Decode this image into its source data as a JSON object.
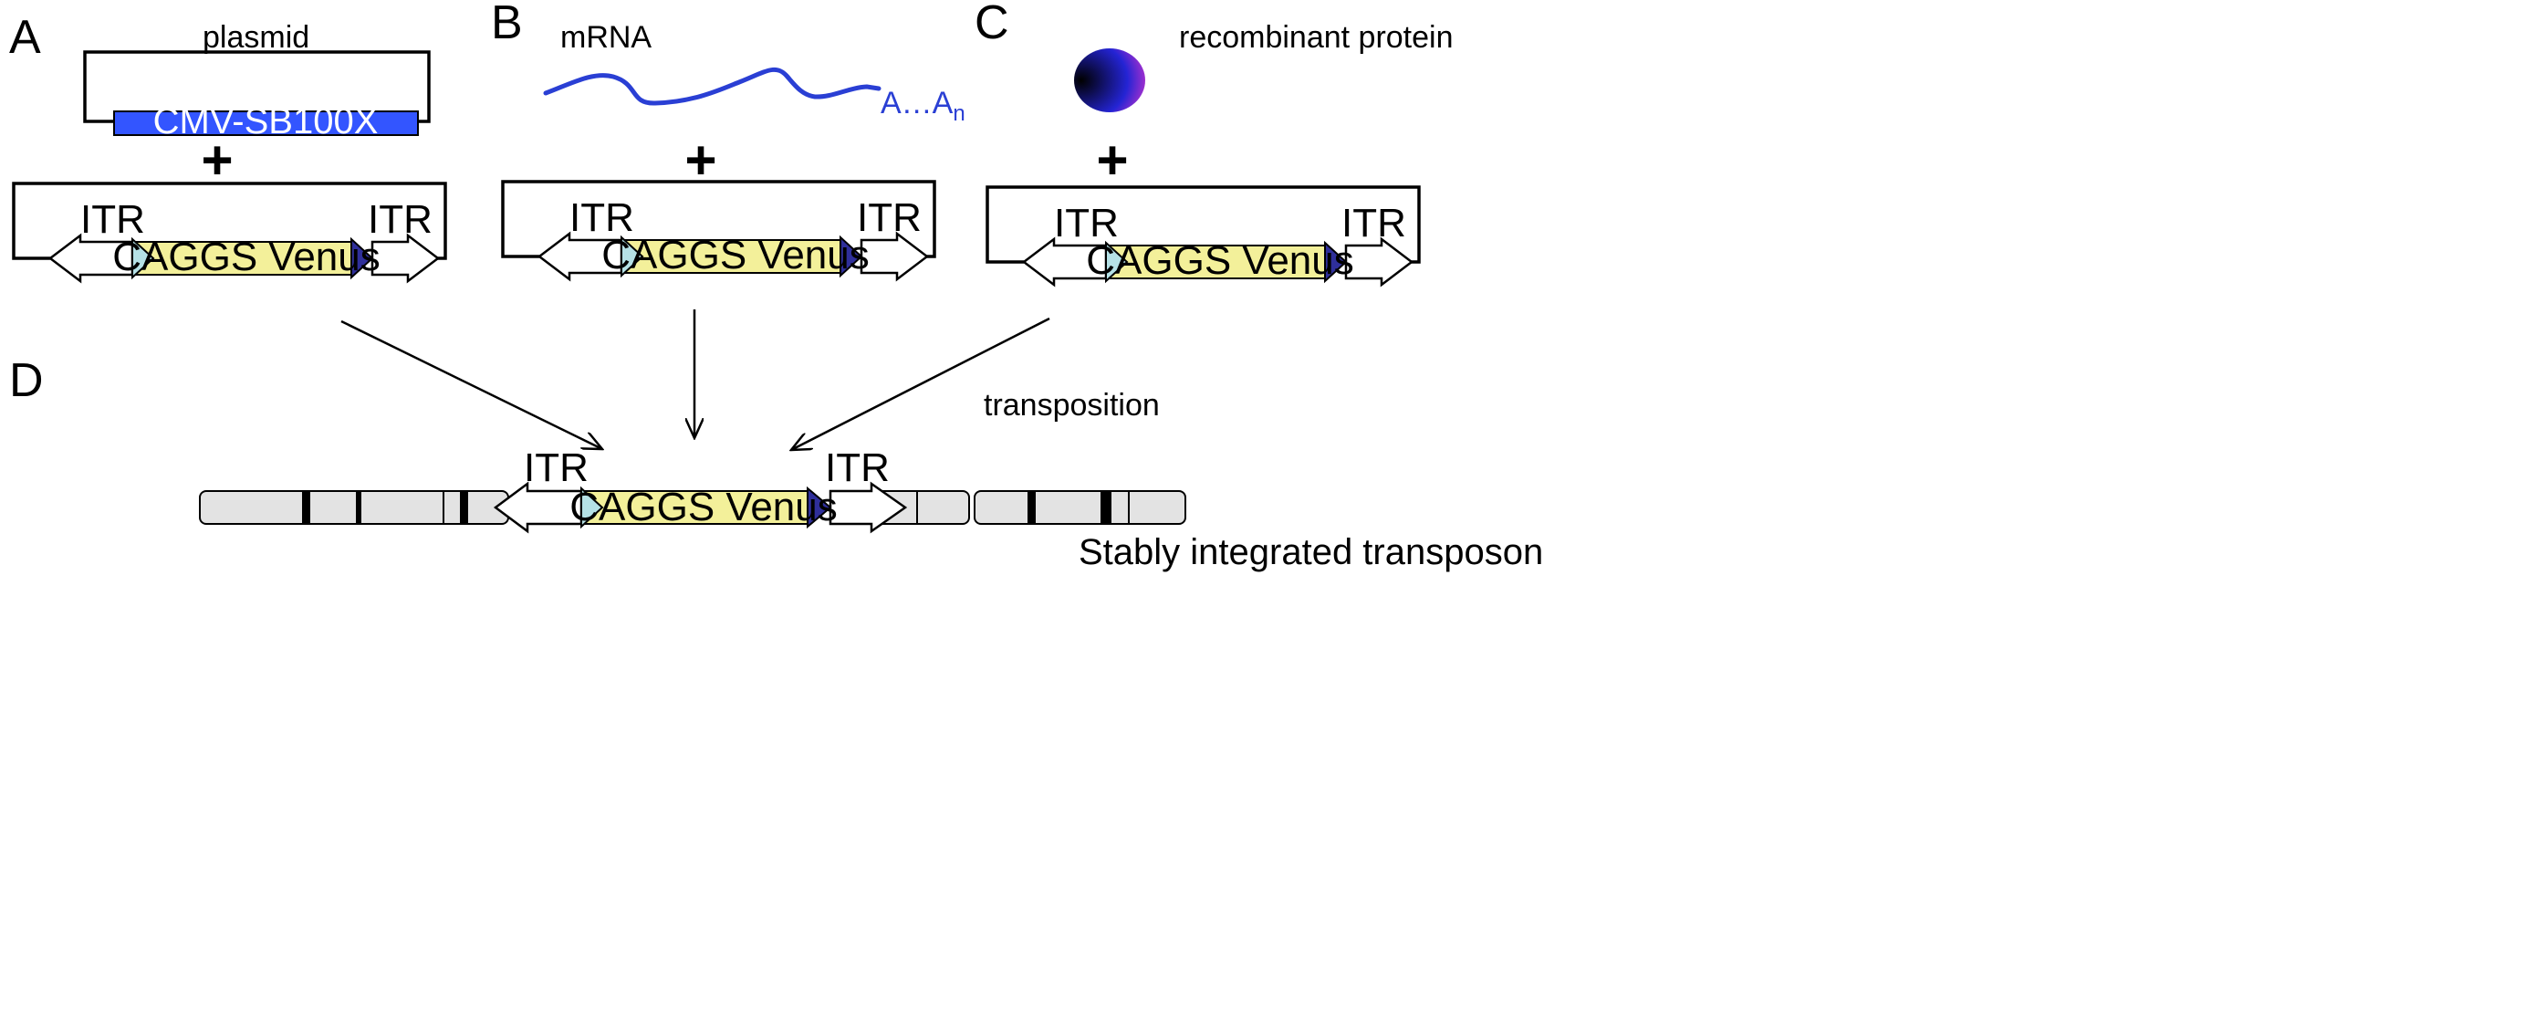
{
  "panels": {
    "A": {
      "letter": "A",
      "caption": "plasmid",
      "gene_label": "CMV-SB100X"
    },
    "B": {
      "letter": "B",
      "caption": "mRNA",
      "polya_a": "A…A",
      "polya_n": "n"
    },
    "C": {
      "letter": "C",
      "caption": "recombinant protein"
    },
    "D": {
      "letter": "D",
      "caption": "transposition",
      "result": "Stably integrated transposon"
    }
  },
  "plus_sign": "+",
  "transposon": {
    "itr_label": "ITR",
    "cassette_label": "CAGGS Venus"
  },
  "colors": {
    "sb_box": "#3355ff",
    "mrna": "#2a3fd4",
    "cassette": "#f3f09a",
    "itr_fill": "#ffffff",
    "left_triangle": "#b5e1e6",
    "right_triangle": "#2f2f9a",
    "chromosome": "#e3e3e3",
    "band": "#000000",
    "protein_start": "#000000",
    "protein_mid": "#2020d0",
    "protein_end": "#cc33cc"
  }
}
